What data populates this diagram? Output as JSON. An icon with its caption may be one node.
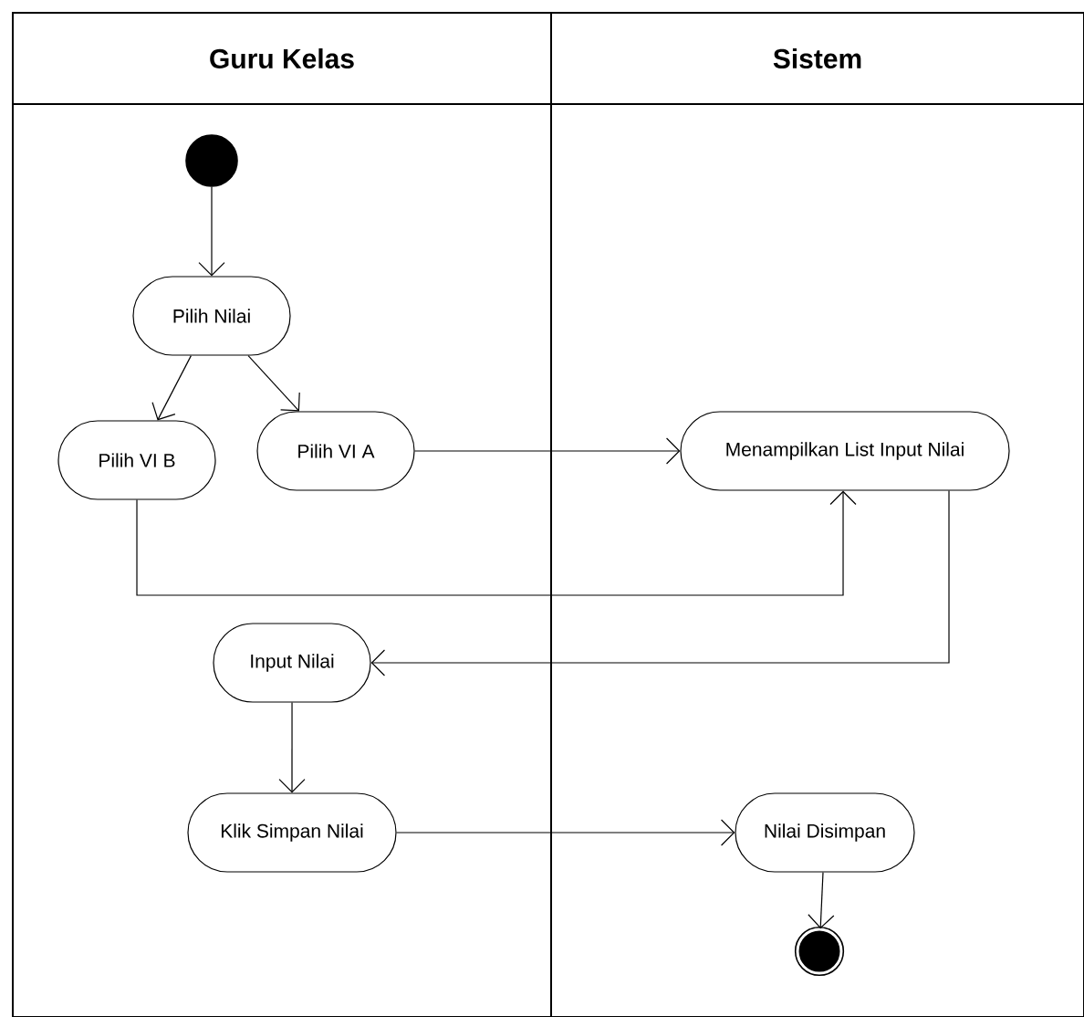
{
  "diagram": {
    "nodes": [
      {
        "text": [
          "Guru Kelas"
        ]
      },
      {
        "text": [
          "Sistem"
        ]
      },
      {
        "text": [],
        "shape": "circle",
        "in": 0
      },
      {
        "text": [
          "Pilih Nilai"
        ],
        "in": 0
      },
      {
        "text": [
          "Pilih VI B"
        ],
        "in": 0
      },
      {
        "text": [
          "Pilih VI A"
        ],
        "in": 0
      },
      {
        "text": [
          "Menampilkan List Input Nilai"
        ],
        "in": 1
      },
      {
        "text": [
          "Input Nilai"
        ],
        "in": 0
      },
      {
        "text": [
          "Klik Simpan Nilai"
        ],
        "in": 0
      },
      {
        "text": [
          "Nilai Disimpan"
        ],
        "in": 1
      },
      {
        "text": [],
        "shape": "bullseye",
        "in": 1
      }
    ],
    "edges": [
      {
        "from": 2,
        "to": 3,
        "arrow": "to"
      },
      {
        "from": 3,
        "to": 4,
        "arrow": "to"
      },
      {
        "from": 3,
        "to": 5,
        "arrow": "to"
      },
      {
        "from": 5,
        "to": 6,
        "arrow": "to"
      },
      {
        "from": 4,
        "to": 6,
        "arrow": "to"
      },
      {
        "from": 6,
        "to": 7,
        "arrow": "to"
      },
      {
        "from": 7,
        "to": 8,
        "arrow": "to"
      },
      {
        "from": 8,
        "to": 9,
        "arrow": "to"
      },
      {
        "from": 9,
        "to": 10,
        "arrow": "to"
      }
    ]
  }
}
